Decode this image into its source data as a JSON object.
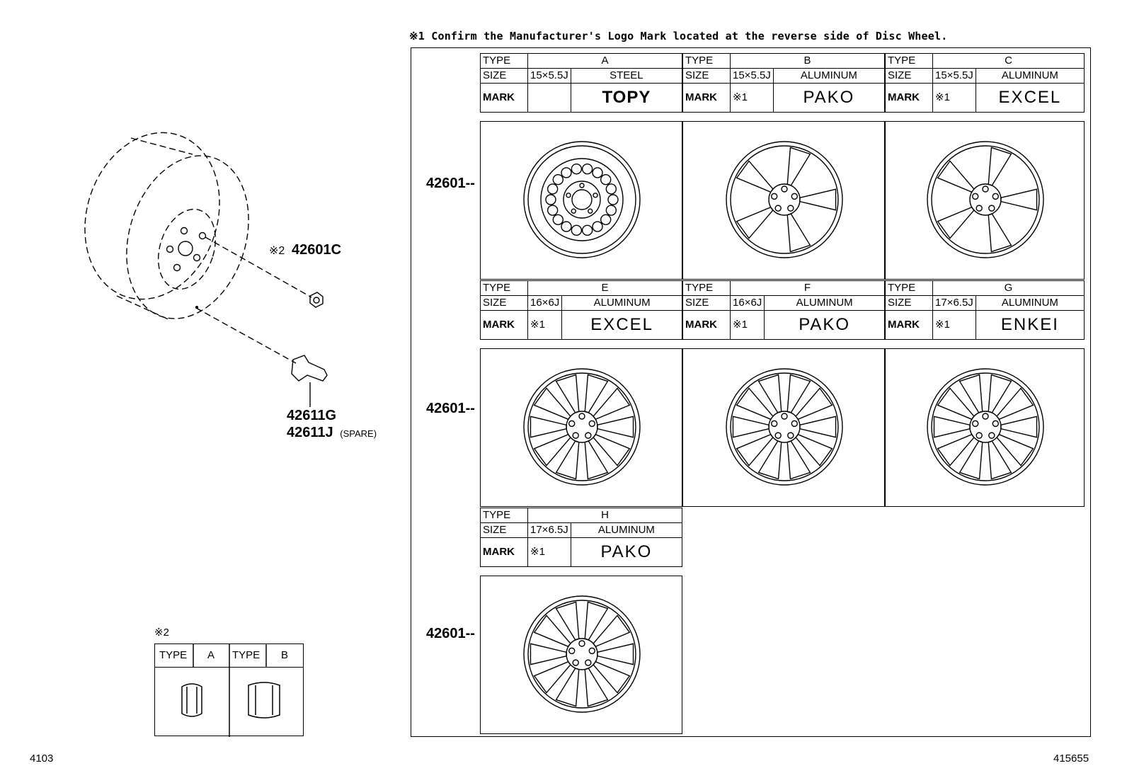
{
  "note": "※1  Confirm the Manufacturer's Logo Mark located at the reverse side of Disc Wheel.",
  "labels": {
    "type": "TYPE",
    "size": "SIZE",
    "mark": "MARK",
    "ref1": "※1"
  },
  "wheels": [
    {
      "type": "A",
      "size": "15×5.5J",
      "material": "STEEL",
      "ref": "",
      "logo": "TOPY"
    },
    {
      "type": "B",
      "size": "15×5.5J",
      "material": "ALUMINUM",
      "ref": "※1",
      "logo": "PAKO"
    },
    {
      "type": "C",
      "size": "15×5.5J",
      "material": "ALUMINUM",
      "ref": "※1",
      "logo": "EXCEL"
    },
    {
      "type": "E",
      "size": "16×6J",
      "material": "ALUMINUM",
      "ref": "※1",
      "logo": "EXCEL"
    },
    {
      "type": "F",
      "size": "16×6J",
      "material": "ALUMINUM",
      "ref": "※1",
      "logo": "PAKO"
    },
    {
      "type": "G",
      "size": "17×6.5J",
      "material": "ALUMINUM",
      "ref": "※1",
      "logo": "ENKEI"
    },
    {
      "type": "H",
      "size": "17×6.5J",
      "material": "ALUMINUM",
      "ref": "※1",
      "logo": "PAKO"
    }
  ],
  "row_codes": [
    "42601",
    "42601",
    "42601"
  ],
  "parts": {
    "nut_ref": "※2",
    "nut_code": "42601C",
    "valve_code": "42611G",
    "valve_code_spare": "42611J",
    "valve_spare_note": "(SPARE)"
  },
  "nut_table": {
    "title": "※2",
    "type_a_label": "TYPE",
    "type_a": "A",
    "type_b_label": "TYPE",
    "type_b": "B"
  },
  "footer": {
    "left": "4103",
    "right": "415655"
  }
}
